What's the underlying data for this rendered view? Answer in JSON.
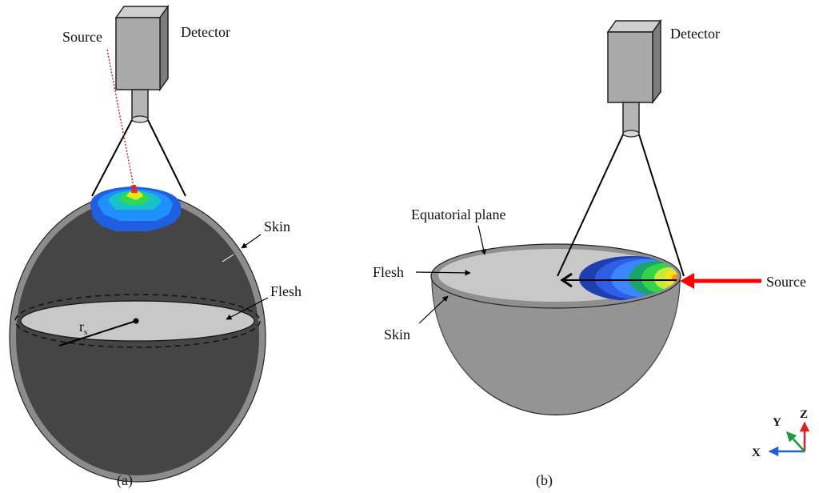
{
  "panel_a": {
    "caption": "(a)",
    "detector_label": "Detector",
    "source_label": "Source",
    "skin_label": "Skin",
    "flesh_label": "Flesh",
    "radius_label": "r",
    "radius_subscript": "s"
  },
  "panel_b": {
    "caption": "(b)",
    "detector_label": "Detector",
    "source_label": "Source",
    "equatorial_label": "Equatorial plane",
    "flesh_label": "Flesh",
    "skin_label": "Skin"
  },
  "axes": {
    "x": "X",
    "y": "Y",
    "z": "Z"
  },
  "colors": {
    "dark_sphere": "#454545",
    "skin_gray": "#8c8c8c",
    "plane_gray": "#c8c8c8",
    "hemisphere_gray": "#9a9a9a",
    "detector_gray": "#a9a9a9",
    "source_arrow": "#ff0000",
    "axis_x": "#1f5fd0",
    "axis_y": "#1a9a3a",
    "axis_z": "#e02020"
  }
}
